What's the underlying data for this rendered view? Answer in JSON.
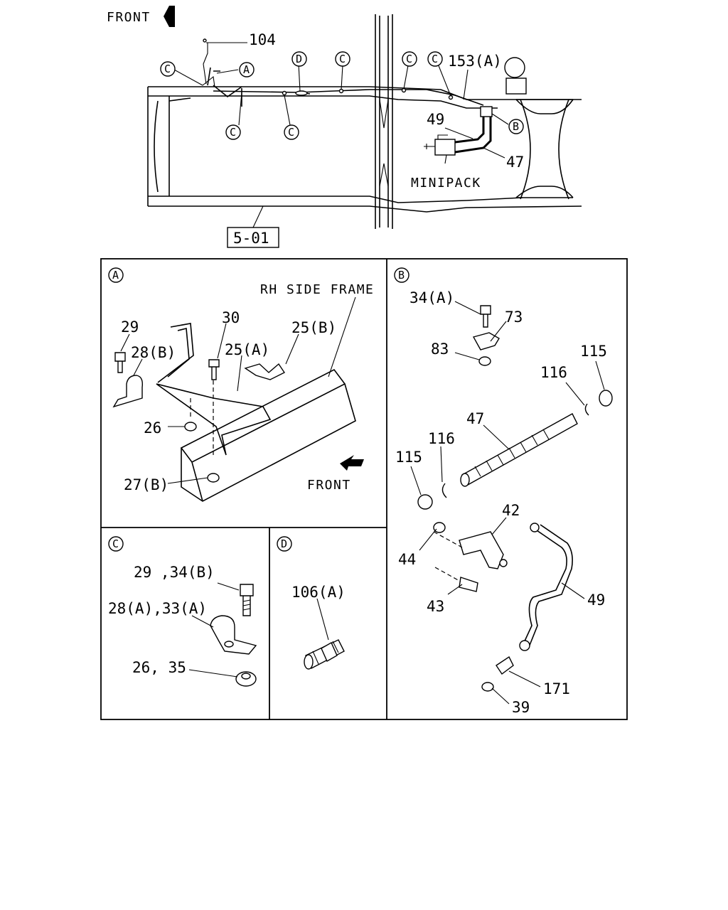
{
  "overview": {
    "front_label": "FRONT",
    "minipack_label": "MINIPACK",
    "ref_box": "5-01",
    "parts": {
      "p104": "104",
      "p153a": "153(A)",
      "p49": "49",
      "p47": "47"
    },
    "markers": {
      "a": "A",
      "b": "B",
      "c": "C",
      "d": "D"
    }
  },
  "panel_a": {
    "marker": "A",
    "frame_label": "RH SIDE FRAME",
    "front_label": "FRONT",
    "parts": {
      "p29": "29",
      "p28b": "28(B)",
      "p30": "30",
      "p25a": "25(A)",
      "p25b": "25(B)",
      "p26": "26",
      "p27b": "27(B)"
    }
  },
  "panel_b": {
    "marker": "B",
    "parts": {
      "p34a": "34(A)",
      "p73": "73",
      "p83": "83",
      "p115_top": "115",
      "p116_top": "116",
      "p47": "47",
      "p116_bot": "116",
      "p115_bot": "115",
      "p42": "42",
      "p44": "44",
      "p43": "43",
      "p49": "49",
      "p171": "171",
      "p39": "39"
    }
  },
  "panel_c": {
    "marker": "C",
    "parts": {
      "bolt": "29 ,34(B)",
      "clip": "28(A),33(A)",
      "nut": "26, 35"
    }
  },
  "panel_d": {
    "marker": "D",
    "parts": {
      "p106a": "106(A)"
    }
  },
  "colors": {
    "ink": "#000000",
    "paper": "#ffffff"
  },
  "icons": [
    "front-arrow-icon",
    "callout-marker-icon"
  ]
}
